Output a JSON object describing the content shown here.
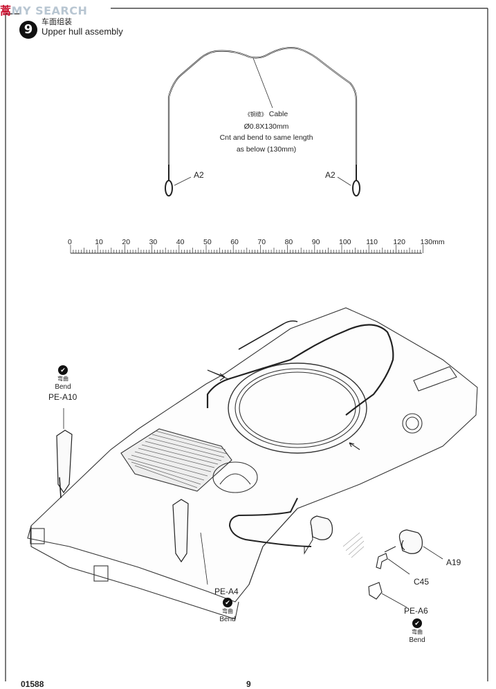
{
  "watermark": {
    "cjk": "蒿",
    "text": "MY SEARCH"
  },
  "step": {
    "number": "9",
    "subtitle_cn": "车面组装",
    "title": "Upper hull assembly"
  },
  "cable": {
    "material_cn": "《铜缆》",
    "name": "Cable",
    "spec": "Ø0.8X130mm",
    "instruction": "Cnt and bend to same length",
    "instruction2": "as below (130mm)"
  },
  "parts": {
    "a2_left": "A2",
    "a2_right": "A2",
    "a19": "A19",
    "c45": "C45"
  },
  "ruler": {
    "ticks": [
      "0",
      "10",
      "20",
      "30",
      "40",
      "50",
      "60",
      "70",
      "80",
      "90",
      "100",
      "110",
      "120",
      "130mm"
    ]
  },
  "bend_labels": [
    {
      "cn": "弯曲",
      "en": "Bend",
      "part": "PE-A10"
    },
    {
      "cn": "弯曲",
      "en": "Bend",
      "part": "PE-A4"
    },
    {
      "cn": "弯曲",
      "en": "Bend",
      "part": "PE-A6"
    }
  ],
  "footer": {
    "left": "01588",
    "center": "9"
  }
}
